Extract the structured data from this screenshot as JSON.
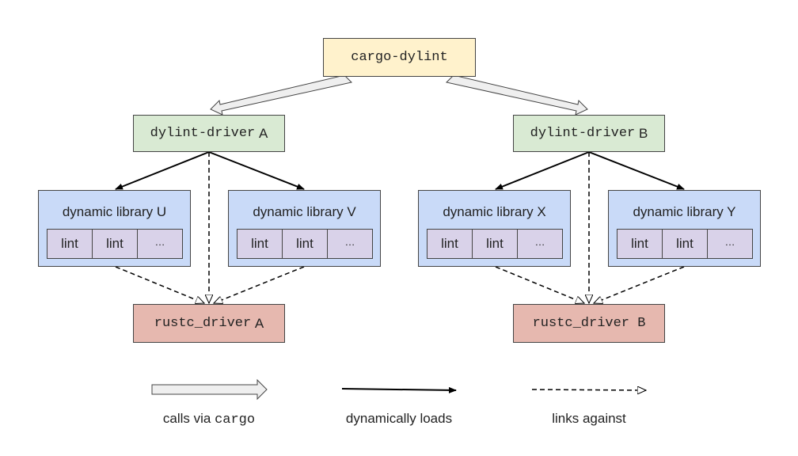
{
  "cargo": {
    "name": "cargo-dylint"
  },
  "drivers": [
    {
      "name": "dylint-driver",
      "suffix": "A"
    },
    {
      "name": "dylint-driver",
      "suffix": "B"
    }
  ],
  "libraries": [
    {
      "title": "dynamic library U",
      "lints": [
        "lint",
        "lint",
        "…"
      ]
    },
    {
      "title": "dynamic library V",
      "lints": [
        "lint",
        "lint",
        "…"
      ]
    },
    {
      "title": "dynamic library X",
      "lints": [
        "lint",
        "lint",
        "…"
      ]
    },
    {
      "title": "dynamic library Y",
      "lints": [
        "lint",
        "lint",
        "…"
      ]
    }
  ],
  "rustc": [
    {
      "name": "rustc_driver",
      "suffix": "A"
    },
    {
      "name": "rustc_driver",
      "suffix": "B"
    }
  ],
  "legend": {
    "calls_prefix": "calls via ",
    "calls_code": "cargo",
    "loads": "dynamically loads",
    "links": "links against"
  },
  "colors": {
    "cargo": "#fff2cc",
    "driver": "#d9ead3",
    "library": "#c9daf8",
    "lint": "#d9d2e9",
    "rustc": "#e6b8af"
  }
}
